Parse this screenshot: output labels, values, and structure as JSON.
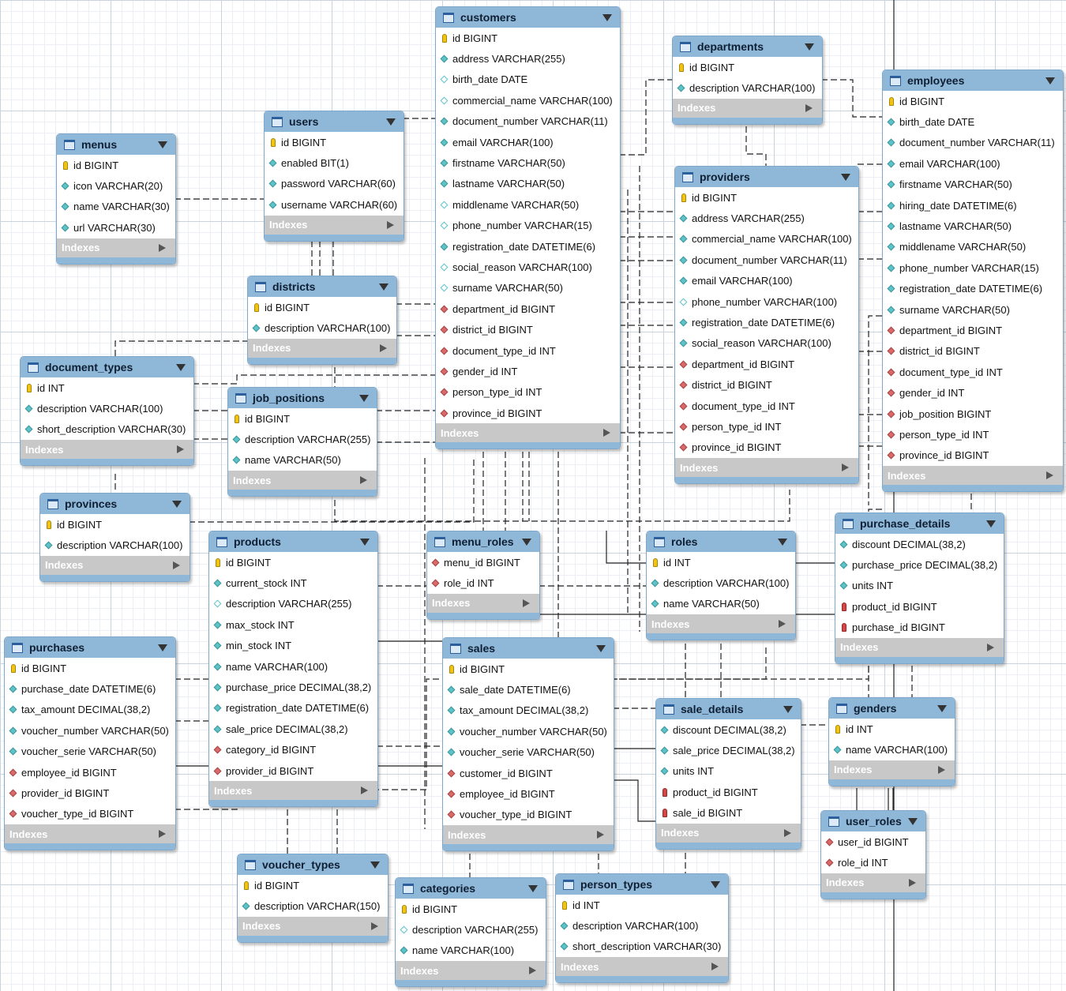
{
  "diagram": {
    "indexes_label": "Indexes",
    "tables": [
      {
        "name": "customers",
        "columns": [
          {
            "label": "id BIGINT",
            "key": "pk"
          },
          {
            "label": "address VARCHAR(255)",
            "key": "field"
          },
          {
            "label": "birth_date DATE",
            "key": "empty"
          },
          {
            "label": "commercial_name VARCHAR(100)",
            "key": "empty"
          },
          {
            "label": "document_number VARCHAR(11)",
            "key": "field"
          },
          {
            "label": "email VARCHAR(100)",
            "key": "field"
          },
          {
            "label": "firstname VARCHAR(50)",
            "key": "field"
          },
          {
            "label": "lastname VARCHAR(50)",
            "key": "field"
          },
          {
            "label": "middlename VARCHAR(50)",
            "key": "empty"
          },
          {
            "label": "phone_number VARCHAR(15)",
            "key": "empty"
          },
          {
            "label": "registration_date DATETIME(6)",
            "key": "field"
          },
          {
            "label": "social_reason VARCHAR(100)",
            "key": "empty"
          },
          {
            "label": "surname VARCHAR(50)",
            "key": "empty"
          },
          {
            "label": "department_id BIGINT",
            "key": "fk"
          },
          {
            "label": "district_id BIGINT",
            "key": "fk"
          },
          {
            "label": "document_type_id INT",
            "key": "fk"
          },
          {
            "label": "gender_id INT",
            "key": "fk"
          },
          {
            "label": "person_type_id INT",
            "key": "fk"
          },
          {
            "label": "province_id BIGINT",
            "key": "fk"
          }
        ]
      },
      {
        "name": "departments",
        "columns": [
          {
            "label": "id BIGINT",
            "key": "pk"
          },
          {
            "label": "description VARCHAR(100)",
            "key": "field"
          }
        ]
      },
      {
        "name": "employees",
        "columns": [
          {
            "label": "id BIGINT",
            "key": "pk"
          },
          {
            "label": "birth_date DATE",
            "key": "field"
          },
          {
            "label": "document_number VARCHAR(11)",
            "key": "field"
          },
          {
            "label": "email VARCHAR(100)",
            "key": "field"
          },
          {
            "label": "firstname VARCHAR(50)",
            "key": "field"
          },
          {
            "label": "hiring_date DATETIME(6)",
            "key": "field"
          },
          {
            "label": "lastname VARCHAR(50)",
            "key": "field"
          },
          {
            "label": "middlename VARCHAR(50)",
            "key": "field"
          },
          {
            "label": "phone_number VARCHAR(15)",
            "key": "field"
          },
          {
            "label": "registration_date DATETIME(6)",
            "key": "field"
          },
          {
            "label": "surname VARCHAR(50)",
            "key": "field"
          },
          {
            "label": "department_id BIGINT",
            "key": "fk"
          },
          {
            "label": "district_id BIGINT",
            "key": "fk"
          },
          {
            "label": "document_type_id INT",
            "key": "fk"
          },
          {
            "label": "gender_id INT",
            "key": "fk"
          },
          {
            "label": "job_position BIGINT",
            "key": "fk"
          },
          {
            "label": "person_type_id INT",
            "key": "fk"
          },
          {
            "label": "province_id BIGINT",
            "key": "fk"
          }
        ]
      },
      {
        "name": "menus",
        "columns": [
          {
            "label": "id BIGINT",
            "key": "pk"
          },
          {
            "label": "icon VARCHAR(20)",
            "key": "field"
          },
          {
            "label": "name VARCHAR(30)",
            "key": "field"
          },
          {
            "label": "url VARCHAR(30)",
            "key": "field"
          }
        ]
      },
      {
        "name": "users",
        "columns": [
          {
            "label": "id BIGINT",
            "key": "pk"
          },
          {
            "label": "enabled BIT(1)",
            "key": "field"
          },
          {
            "label": "password VARCHAR(60)",
            "key": "field"
          },
          {
            "label": "username VARCHAR(60)",
            "key": "field"
          }
        ]
      },
      {
        "name": "providers",
        "columns": [
          {
            "label": "id BIGINT",
            "key": "pk"
          },
          {
            "label": "address VARCHAR(255)",
            "key": "field"
          },
          {
            "label": "commercial_name VARCHAR(100)",
            "key": "field"
          },
          {
            "label": "document_number VARCHAR(11)",
            "key": "field"
          },
          {
            "label": "email VARCHAR(100)",
            "key": "field"
          },
          {
            "label": "phone_number VARCHAR(100)",
            "key": "empty"
          },
          {
            "label": "registration_date DATETIME(6)",
            "key": "field"
          },
          {
            "label": "social_reason VARCHAR(100)",
            "key": "field"
          },
          {
            "label": "department_id BIGINT",
            "key": "fk"
          },
          {
            "label": "district_id BIGINT",
            "key": "fk"
          },
          {
            "label": "document_type_id INT",
            "key": "fk"
          },
          {
            "label": "person_type_id INT",
            "key": "fk"
          },
          {
            "label": "province_id BIGINT",
            "key": "fk"
          }
        ]
      },
      {
        "name": "districts",
        "columns": [
          {
            "label": "id BIGINT",
            "key": "pk"
          },
          {
            "label": "description VARCHAR(100)",
            "key": "field"
          }
        ]
      },
      {
        "name": "document_types",
        "columns": [
          {
            "label": "id INT",
            "key": "pk"
          },
          {
            "label": "description VARCHAR(100)",
            "key": "field"
          },
          {
            "label": "short_description VARCHAR(30)",
            "key": "field"
          }
        ]
      },
      {
        "name": "job_positions",
        "columns": [
          {
            "label": "id BIGINT",
            "key": "pk"
          },
          {
            "label": "description VARCHAR(255)",
            "key": "field"
          },
          {
            "label": "name VARCHAR(50)",
            "key": "field"
          }
        ]
      },
      {
        "name": "provinces",
        "columns": [
          {
            "label": "id BIGINT",
            "key": "pk"
          },
          {
            "label": "description VARCHAR(100)",
            "key": "field"
          }
        ]
      },
      {
        "name": "products",
        "columns": [
          {
            "label": "id BIGINT",
            "key": "pk"
          },
          {
            "label": "current_stock INT",
            "key": "field"
          },
          {
            "label": "description VARCHAR(255)",
            "key": "empty"
          },
          {
            "label": "max_stock INT",
            "key": "field"
          },
          {
            "label": "min_stock INT",
            "key": "field"
          },
          {
            "label": "name VARCHAR(100)",
            "key": "field"
          },
          {
            "label": "purchase_price DECIMAL(38,2)",
            "key": "field"
          },
          {
            "label": "registration_date DATETIME(6)",
            "key": "field"
          },
          {
            "label": "sale_price DECIMAL(38,2)",
            "key": "field"
          },
          {
            "label": "category_id BIGINT",
            "key": "fk"
          },
          {
            "label": "provider_id BIGINT",
            "key": "fk"
          }
        ]
      },
      {
        "name": "menu_roles",
        "columns": [
          {
            "label": "menu_id BIGINT",
            "key": "fk"
          },
          {
            "label": "role_id INT",
            "key": "fk"
          }
        ]
      },
      {
        "name": "roles",
        "columns": [
          {
            "label": "id INT",
            "key": "pk"
          },
          {
            "label": "description VARCHAR(100)",
            "key": "field"
          },
          {
            "label": "name VARCHAR(50)",
            "key": "field"
          }
        ]
      },
      {
        "name": "purchase_details",
        "columns": [
          {
            "label": "discount DECIMAL(38,2)",
            "key": "field"
          },
          {
            "label": "purchase_price DECIMAL(38,2)",
            "key": "field"
          },
          {
            "label": "units INT",
            "key": "field"
          },
          {
            "label": "product_id BIGINT",
            "key": "rk"
          },
          {
            "label": "purchase_id BIGINT",
            "key": "rk"
          }
        ]
      },
      {
        "name": "purchases",
        "columns": [
          {
            "label": "id BIGINT",
            "key": "pk"
          },
          {
            "label": "purchase_date DATETIME(6)",
            "key": "field"
          },
          {
            "label": "tax_amount DECIMAL(38,2)",
            "key": "field"
          },
          {
            "label": "voucher_number VARCHAR(50)",
            "key": "field"
          },
          {
            "label": "voucher_serie VARCHAR(50)",
            "key": "field"
          },
          {
            "label": "employee_id BIGINT",
            "key": "fk"
          },
          {
            "label": "provider_id BIGINT",
            "key": "fk"
          },
          {
            "label": "voucher_type_id BIGINT",
            "key": "fk"
          }
        ]
      },
      {
        "name": "sales",
        "columns": [
          {
            "label": "id BIGINT",
            "key": "pk"
          },
          {
            "label": "sale_date DATETIME(6)",
            "key": "field"
          },
          {
            "label": "tax_amount DECIMAL(38,2)",
            "key": "field"
          },
          {
            "label": "voucher_number VARCHAR(50)",
            "key": "field"
          },
          {
            "label": "voucher_serie VARCHAR(50)",
            "key": "field"
          },
          {
            "label": "customer_id BIGINT",
            "key": "fk"
          },
          {
            "label": "employee_id BIGINT",
            "key": "fk"
          },
          {
            "label": "voucher_type_id BIGINT",
            "key": "fk"
          }
        ]
      },
      {
        "name": "sale_details",
        "columns": [
          {
            "label": "discount DECIMAL(38,2)",
            "key": "field"
          },
          {
            "label": "sale_price DECIMAL(38,2)",
            "key": "field"
          },
          {
            "label": "units INT",
            "key": "field"
          },
          {
            "label": "product_id BIGINT",
            "key": "rk"
          },
          {
            "label": "sale_id BIGINT",
            "key": "rk"
          }
        ]
      },
      {
        "name": "genders",
        "columns": [
          {
            "label": "id INT",
            "key": "pk"
          },
          {
            "label": "name VARCHAR(100)",
            "key": "field"
          }
        ]
      },
      {
        "name": "user_roles",
        "columns": [
          {
            "label": "user_id BIGINT",
            "key": "fk"
          },
          {
            "label": "role_id INT",
            "key": "fk"
          }
        ]
      },
      {
        "name": "voucher_types",
        "columns": [
          {
            "label": "id BIGINT",
            "key": "pk"
          },
          {
            "label": "description VARCHAR(150)",
            "key": "field"
          }
        ]
      },
      {
        "name": "categories",
        "columns": [
          {
            "label": "id BIGINT",
            "key": "pk"
          },
          {
            "label": "description VARCHAR(255)",
            "key": "empty"
          },
          {
            "label": "name VARCHAR(100)",
            "key": "field"
          }
        ]
      },
      {
        "name": "person_types",
        "columns": [
          {
            "label": "id INT",
            "key": "pk"
          },
          {
            "label": "description VARCHAR(100)",
            "key": "field"
          },
          {
            "label": "short_description VARCHAR(30)",
            "key": "field"
          }
        ]
      }
    ]
  }
}
